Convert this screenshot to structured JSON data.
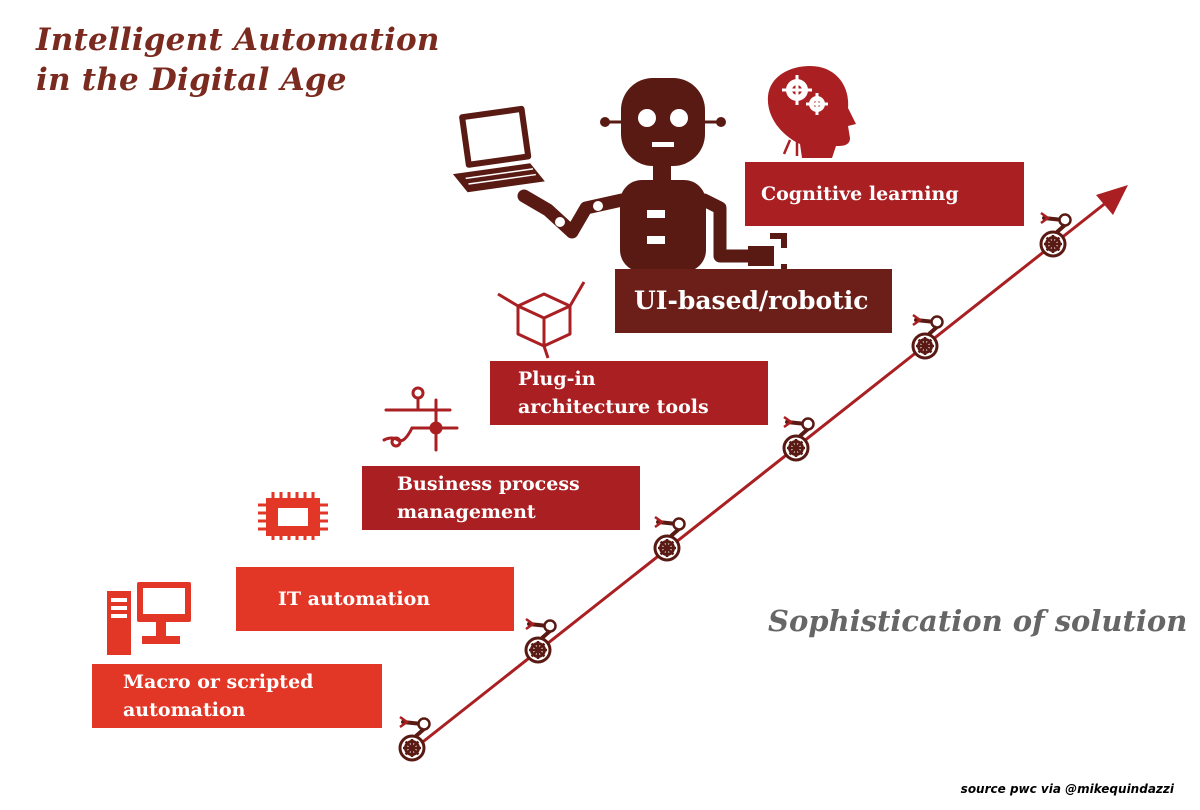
{
  "title": {
    "line1": "Intelligent Automation",
    "line2": "in the Digital Age"
  },
  "steps": [
    {
      "id": "macro",
      "lines": [
        "Macro or scripted",
        "automation"
      ],
      "color": "#e23726",
      "icon": "desktop-computer-icon"
    },
    {
      "id": "it",
      "lines": [
        "IT automation"
      ],
      "color": "#e23726",
      "icon": "microchip-icon"
    },
    {
      "id": "bpm",
      "lines": [
        "Business process",
        "management"
      ],
      "color": "#a91f22",
      "icon": "process-nodes-icon"
    },
    {
      "id": "plugin",
      "lines": [
        "Plug-in",
        "architecture tools"
      ],
      "color": "#a91f22",
      "icon": "cube-icon"
    },
    {
      "id": "robotic",
      "lines": [
        "UI-based/robotic"
      ],
      "color": "#6b1f18",
      "icon": "robot-with-laptop-icon"
    },
    {
      "id": "cognitive",
      "lines": [
        "Cognitive learning"
      ],
      "color": "#a91f22",
      "icon": "head-gears-icon"
    }
  ],
  "axis_label": "Sophistication of solution",
  "source": "source pwc via @mikequindazzi",
  "colors": {
    "title": "#7a2a1e",
    "arrow": "#a91f22",
    "robot": "#5a1a14",
    "axis_label": "#666666"
  }
}
